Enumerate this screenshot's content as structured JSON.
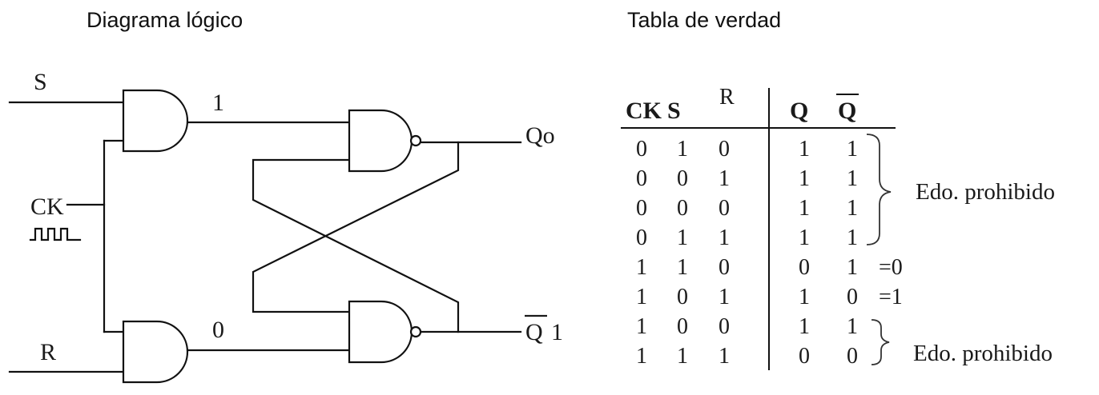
{
  "titles": {
    "logic": "Diagrama lógico",
    "table": "Tabla de verdad"
  },
  "diagram": {
    "labels": {
      "s": "S",
      "r": "R",
      "ck": "CK",
      "out_q": "Qo",
      "out_qbar": "Q",
      "out_qbar_suffix": "1",
      "wire_top": "1",
      "wire_bottom": "0"
    }
  },
  "truth_table": {
    "headers": {
      "ck": "CK",
      "s": "S",
      "r": "R",
      "q": "Q",
      "qbar": "Q"
    },
    "rows": [
      {
        "ck": "0",
        "s": "1",
        "r": "0",
        "q": "1",
        "qbar": "1",
        "note": ""
      },
      {
        "ck": "0",
        "s": "0",
        "r": "1",
        "q": "1",
        "qbar": "1",
        "note": ""
      },
      {
        "ck": "0",
        "s": "0",
        "r": "0",
        "q": "1",
        "qbar": "1",
        "note": ""
      },
      {
        "ck": "0",
        "s": "1",
        "r": "1",
        "q": "1",
        "qbar": "1",
        "note": ""
      },
      {
        "ck": "1",
        "s": "1",
        "r": "0",
        "q": "0",
        "qbar": "1",
        "note": "=0"
      },
      {
        "ck": "1",
        "s": "0",
        "r": "1",
        "q": "1",
        "qbar": "0",
        "note": "=1"
      },
      {
        "ck": "1",
        "s": "0",
        "r": "0",
        "q": "1",
        "qbar": "1",
        "note": ""
      },
      {
        "ck": "1",
        "s": "1",
        "r": "1",
        "q": "0",
        "qbar": "0",
        "note": ""
      }
    ],
    "annotations": {
      "group1": "Edo. prohibido",
      "group2": "Edo. prohibido"
    }
  }
}
